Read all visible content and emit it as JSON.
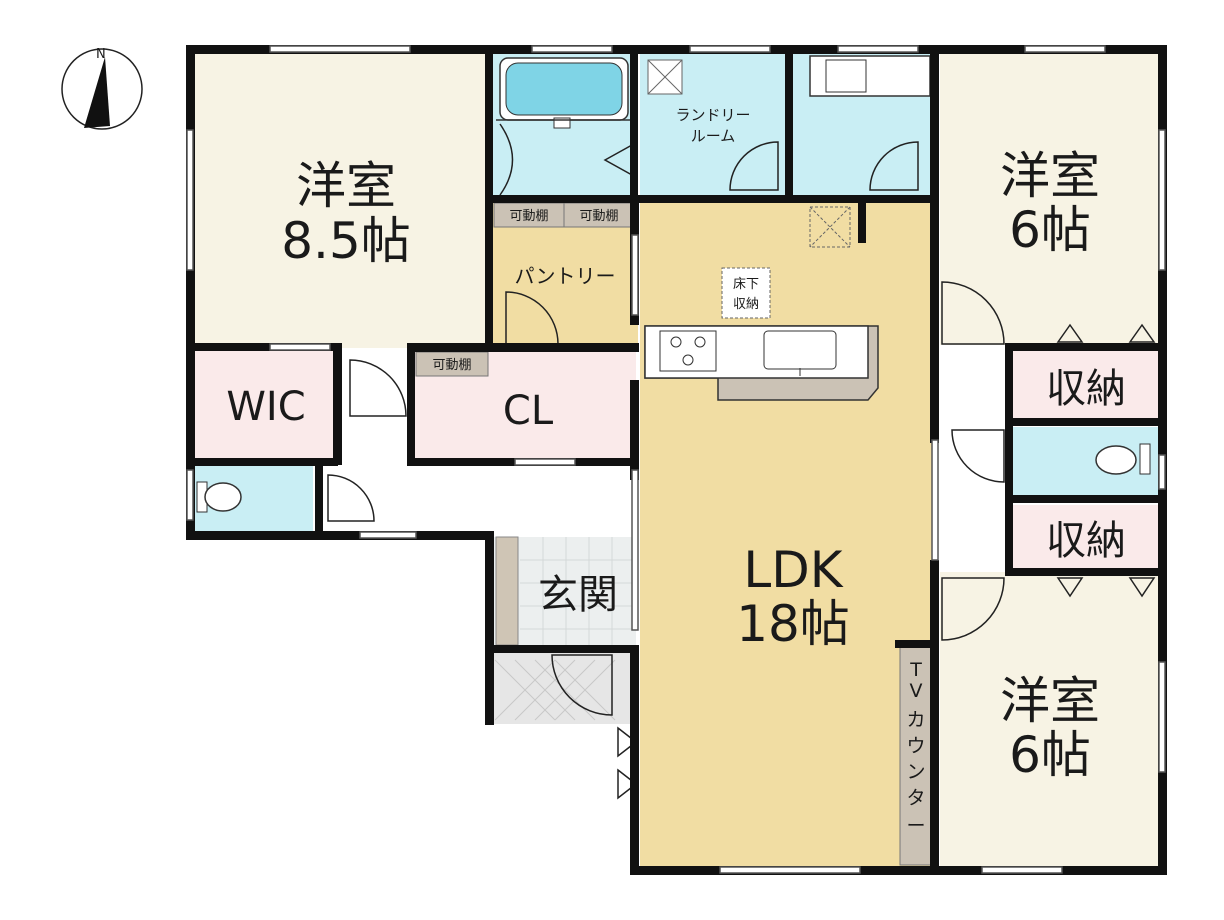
{
  "colors": {
    "western_room": "#f7f3e4",
    "ldk": "#f1dda3",
    "pantry": "#f1dda3",
    "water": "#c9eef4",
    "storage": "#faeaea",
    "entrance": "#ecefef",
    "wall": "#111111",
    "counter": "#cbc2b5"
  },
  "compass": {
    "north_label": "N"
  },
  "rooms": {
    "western_8_5": {
      "name": "洋室",
      "size": "8.5帖"
    },
    "western_6_top": {
      "name": "洋室",
      "size": "6帖"
    },
    "western_6_bottom": {
      "name": "洋室",
      "size": "6帖"
    },
    "ldk": {
      "name": "LDK",
      "size": "18帖"
    },
    "wic": {
      "name": "WIC"
    },
    "cl": {
      "name": "CL"
    },
    "entrance": {
      "name": "玄関"
    },
    "pantry": {
      "name": "パントリー"
    },
    "laundry": {
      "line1": "ランドリー",
      "line2": "ルーム"
    },
    "storage_upper": {
      "name": "収納"
    },
    "storage_lower": {
      "name": "収納"
    }
  },
  "labels": {
    "movable_shelf_1": "可動棚",
    "movable_shelf_2": "可動棚",
    "movable_shelf_3": "可動棚",
    "underfloor_line1": "床下",
    "underfloor_line2": "収納",
    "tv_counter": [
      "T",
      "V",
      "カ",
      "ウ",
      "ン",
      "タ",
      "ー"
    ]
  }
}
